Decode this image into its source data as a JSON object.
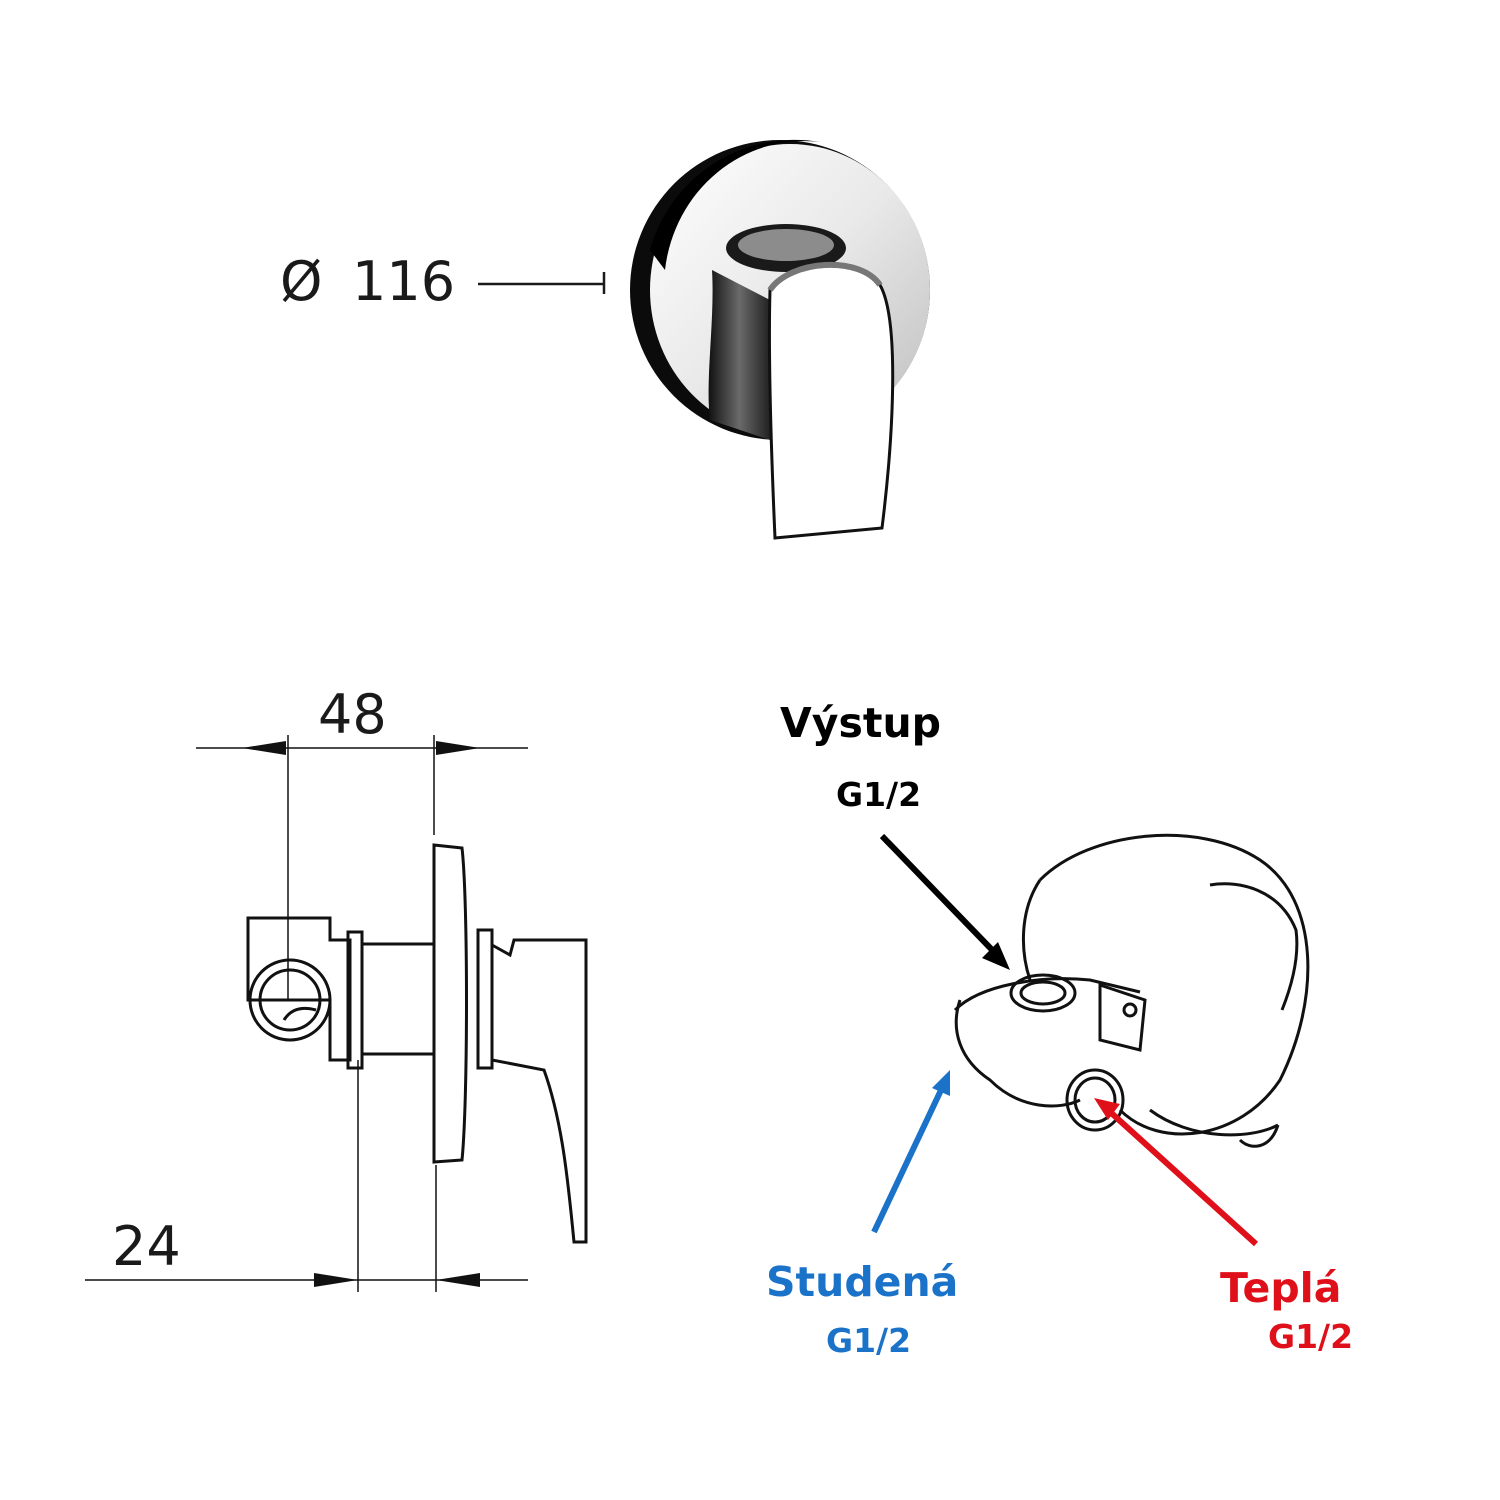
{
  "front_view": {
    "diameter_symbol": "Ø",
    "diameter_value": "116"
  },
  "side_view": {
    "top_dimension": "48",
    "bottom_dimension": "24"
  },
  "connections": {
    "outlet": {
      "label": "Výstup",
      "thread": "G1/2",
      "color": "#000000"
    },
    "cold": {
      "label": "Studená",
      "thread": "G1/2",
      "color": "#1a73c8"
    },
    "hot": {
      "label": "Teplá",
      "thread": "G1/2",
      "color": "#e0101a"
    }
  }
}
